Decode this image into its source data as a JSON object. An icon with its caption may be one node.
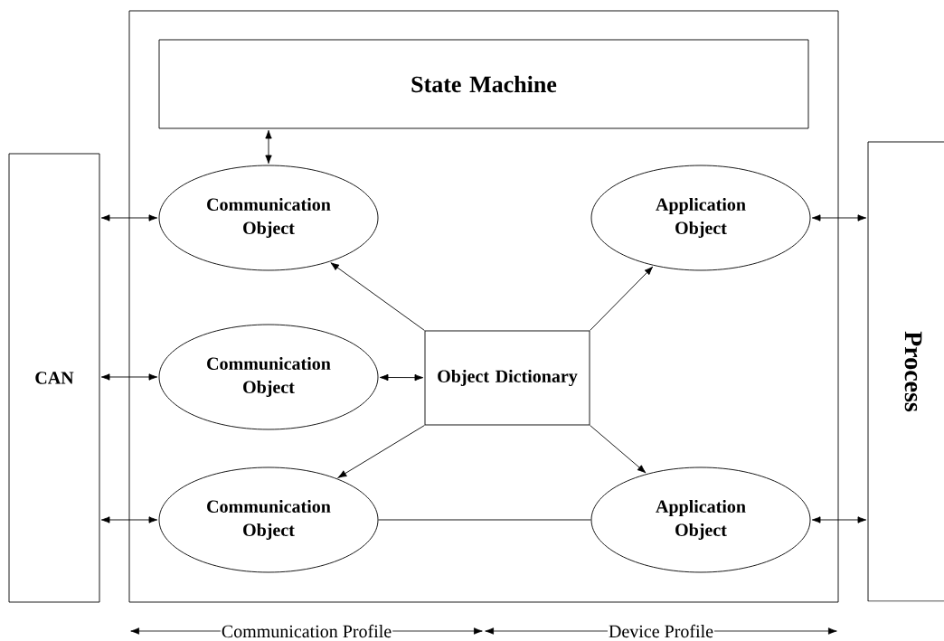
{
  "diagram": {
    "nodes": [
      {
        "text": [],
        "shape": "box"
      },
      {
        "text": [
          "State  Machine"
        ],
        "in": 0
      },
      {
        "text": [
          "CAN"
        ]
      },
      {
        "text": [
          "Communication Object"
        ],
        "in": 0
      },
      {
        "text": [
          "Application Object"
        ],
        "in": 0
      },
      {
        "text": [
          "Process"
        ]
      },
      {
        "text": [
          "Communication Object"
        ],
        "in": 0
      },
      {
        "text": [
          "Object Dictionary"
        ],
        "in": 0
      },
      {
        "text": [
          "Communication Object"
        ],
        "in": 0
      },
      {
        "text": [
          "Application Object"
        ],
        "in": 0
      }
    ],
    "edges": [
      {
        "from": 1,
        "to": 3,
        "arrow": "both"
      },
      {
        "from": 2,
        "to": 3,
        "arrow": "both"
      },
      {
        "from": 4,
        "to": 5,
        "arrow": "both"
      },
      {
        "from": 7,
        "to": 3,
        "arrow": "to"
      },
      {
        "from": 7,
        "to": 4,
        "arrow": "to"
      },
      {
        "from": 2,
        "to": 6,
        "arrow": "both"
      },
      {
        "from": 6,
        "to": 7,
        "arrow": "both"
      },
      {
        "from": 7,
        "to": 8,
        "arrow": "to"
      },
      {
        "from": 7,
        "to": 9,
        "arrow": "to"
      },
      {
        "from": 2,
        "to": 8,
        "arrow": "both"
      },
      {
        "from": 8,
        "to": 9,
        "arrow": "none"
      },
      {
        "from": 9,
        "to": 5,
        "arrow": "both"
      }
    ],
    "labels": [
      "Communication Profile",
      "Device Profile"
    ]
  }
}
